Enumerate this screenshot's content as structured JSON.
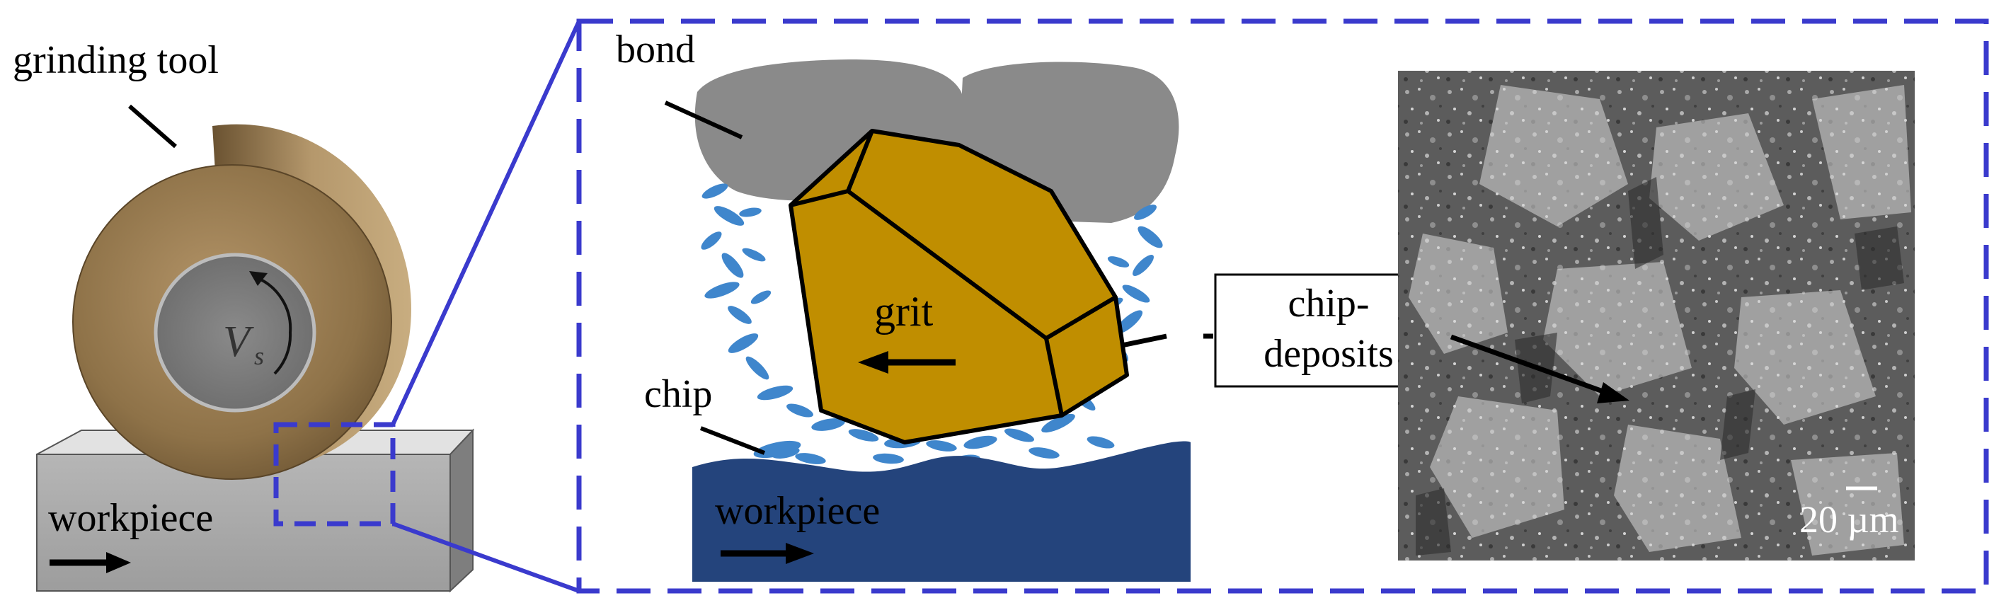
{
  "labels": {
    "grinding_tool": "grinding tool",
    "workpiece_left": "workpiece",
    "velocity_symbol": "V",
    "velocity_subscript": "s",
    "bond": "bond",
    "grit": "grit",
    "chip": "chip",
    "workpiece_center": "workpiece",
    "chip_deposits_line1": "chip-",
    "chip_deposits_line2": "deposits",
    "scale_bar": "20 µm"
  },
  "colors": {
    "frame_blue": "#3a3acd",
    "grit": "#c08e00",
    "bond": "#8a8a8a",
    "chip_deposit": "#3f86cc",
    "workpiece_center": "#24447c",
    "wheel": "#8a7048",
    "workpiece_left": "#a9a9a9"
  },
  "icons": {
    "rotation_arrow": "curved-arrow-icon",
    "feed_arrow": "right-arrow-icon",
    "grit_motion_arrow": "left-arrow-icon"
  }
}
